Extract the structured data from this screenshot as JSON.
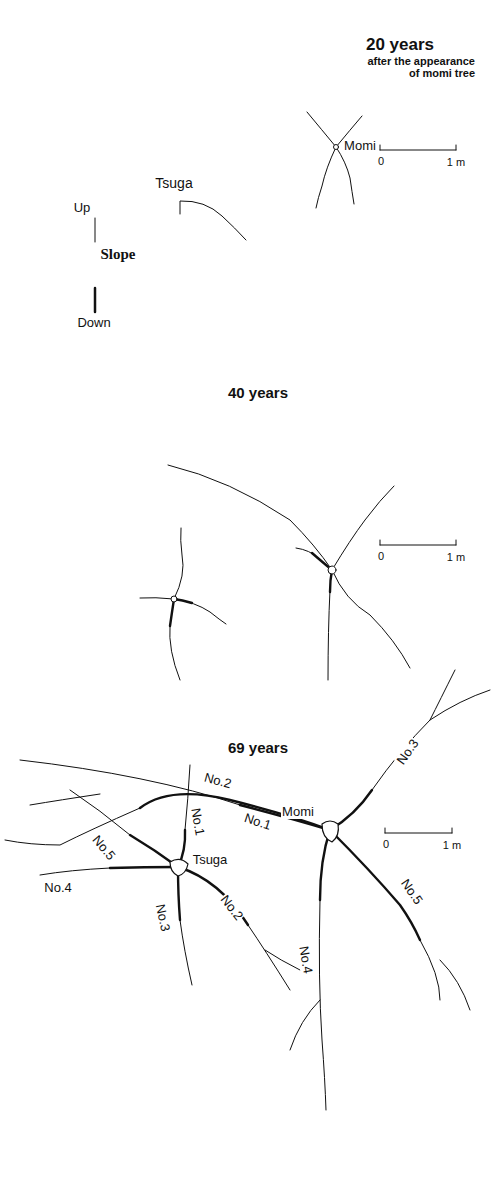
{
  "diagram": {
    "labels": [
      "20 years",
      "after the appearance of momi tree",
      "Up",
      "Slope",
      "Down",
      "Tsuga",
      "Momi",
      "0",
      "1 m",
      "40 years",
      "0",
      "1 m",
      "69 years",
      "No.2",
      "No.3",
      "Momi",
      "No.1",
      "0",
      "1 m",
      "No.5",
      "No.1",
      "Tsuga",
      "No.4",
      "No.2",
      "No.3",
      "No.4",
      "No.5"
    ]
  }
}
